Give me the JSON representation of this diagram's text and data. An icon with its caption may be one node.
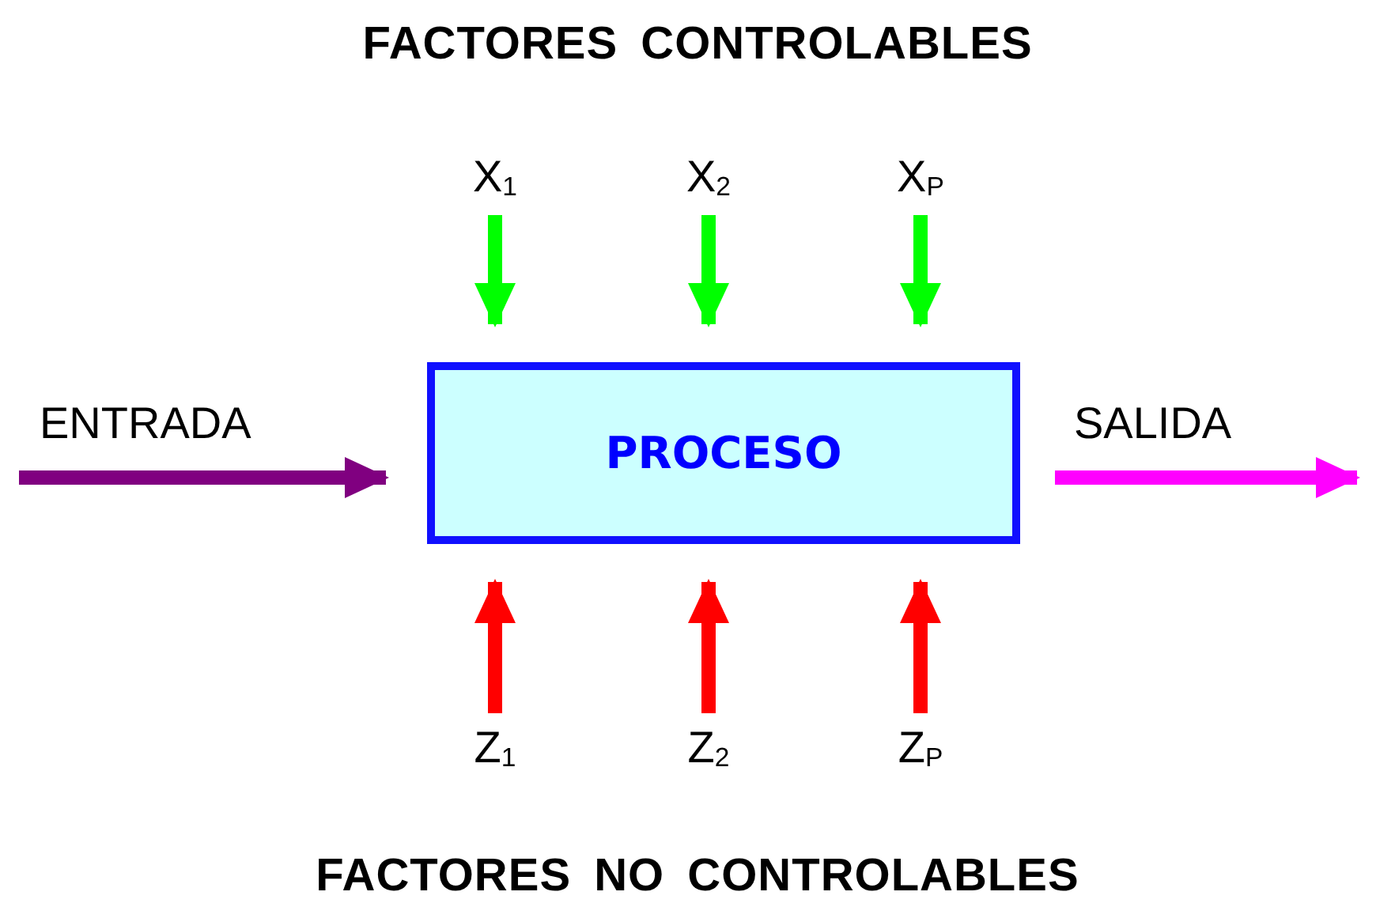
{
  "diagram": {
    "title": "FACTORES CONTROLABLES",
    "nodes": [
      {
        "text": [
          "PROCESO"
        ]
      },
      {
        "text": [
          "X$_{1}$"
        ]
      },
      {
        "text": [
          "X$_{2}$"
        ]
      },
      {
        "text": [
          "X$_{P}$"
        ]
      },
      {
        "text": [
          "Z$_{1}$"
        ]
      },
      {
        "text": [
          "Z$_{2}$"
        ]
      },
      {
        "text": [
          "Z$_{P}$"
        ]
      }
    ],
    "edges": [
      {
        "from": 1,
        "to": 0,
        "arrow": "to",
        "color": "#00ff00"
      },
      {
        "from": 2,
        "to": 0,
        "arrow": "to",
        "color": "#00ff00"
      },
      {
        "from": 3,
        "to": 0,
        "arrow": "to",
        "color": "#00ff00"
      },
      {
        "from": 4,
        "to": 0,
        "arrow": "to",
        "color": "#ff0000"
      },
      {
        "from": 5,
        "to": 0,
        "arrow": "to",
        "color": "#ff0000"
      },
      {
        "from": 6,
        "to": 0,
        "arrow": "to",
        "color": "#ff0000"
      },
      {
        "from": null,
        "to": 0,
        "arrow": "to",
        "color": "#800080",
        "label": "ENTRADA"
      },
      {
        "from": 0,
        "to": null,
        "arrow": "to",
        "color": "#ff00ff",
        "label": "SALIDA"
      }
    ],
    "labels": [
      "FACTORES NO CONTROLABLES"
    ]
  }
}
